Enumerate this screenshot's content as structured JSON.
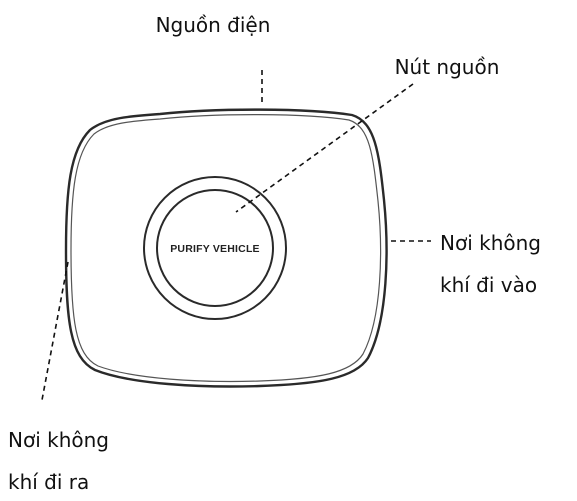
{
  "diagram": {
    "device": {
      "center_text": "PURIFY VEHICLE"
    },
    "labels": {
      "power_source": "Nguồn điện",
      "power_button": "Nút nguồn",
      "air_inlet_line1": "Nơi không",
      "air_inlet_line2": "khí đi vào",
      "air_outlet_line1": "Nơi không",
      "air_outlet_line2": "khí đi ra"
    }
  }
}
